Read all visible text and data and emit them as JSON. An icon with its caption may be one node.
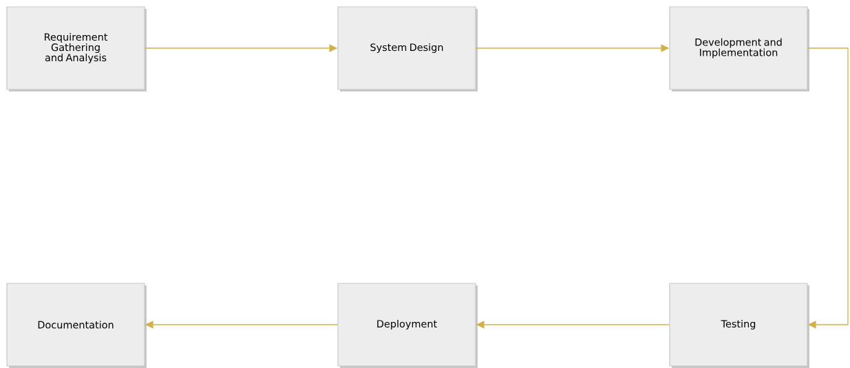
{
  "diagram": {
    "nodes": [
      {
        "text": [
          "Requirement Gathering and Analysis"
        ]
      },
      {
        "text": [
          "System Design"
        ]
      },
      {
        "text": [
          "Development and Implementation"
        ]
      },
      {
        "text": [
          "Documentation"
        ]
      },
      {
        "text": [
          "Deployment"
        ]
      },
      {
        "text": [
          "Testing"
        ]
      }
    ],
    "edges": [
      {
        "from": 0,
        "to": 1,
        "arrow": "to"
      },
      {
        "from": 1,
        "to": 2,
        "arrow": "to"
      },
      {
        "from": 2,
        "to": 5,
        "arrow": "to"
      },
      {
        "from": 5,
        "to": 4,
        "arrow": "to"
      },
      {
        "from": 4,
        "to": 3,
        "arrow": "to"
      }
    ]
  }
}
